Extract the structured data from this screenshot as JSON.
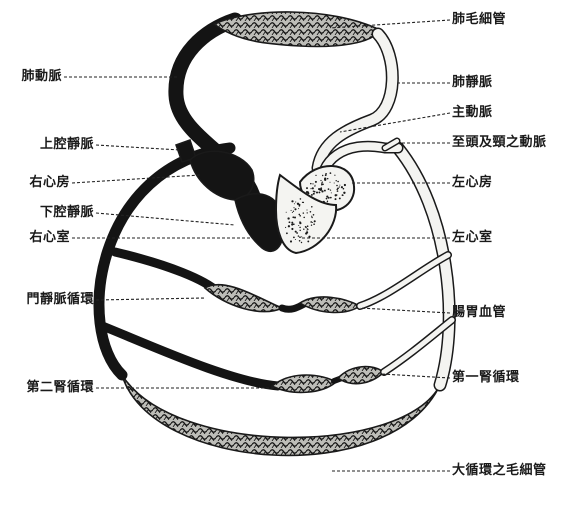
{
  "diagram": {
    "colors": {
      "venous_blood": "#141414",
      "arterial_blood": "#f4f4f1",
      "capillary_fill": "#bdbdb8",
      "outline": "#1a1a1a",
      "leader_line": "#222222",
      "background": "#ffffff"
    },
    "labels": {
      "pulmonary_capillaries": "肺毛細管",
      "pulmonary_vein": "肺靜脈",
      "aorta": "主動脈",
      "arteries_to_head_neck": "至頭及頸之動脈",
      "left_atrium": "左心房",
      "left_ventricle": "左心室",
      "intestinal_vessels": "腸胃血管",
      "first_renal_circulation": "第一腎循環",
      "systemic_capillaries": "大循環之毛細管",
      "pulmonary_artery": "肺動脈",
      "superior_vena_cava": "上腔靜脈",
      "right_atrium": "右心房",
      "inferior_vena_cava": "下腔靜脈",
      "right_ventricle": "右心室",
      "portal_circulation": "門靜脈循環",
      "second_renal_circulation": "第二腎循環"
    }
  }
}
